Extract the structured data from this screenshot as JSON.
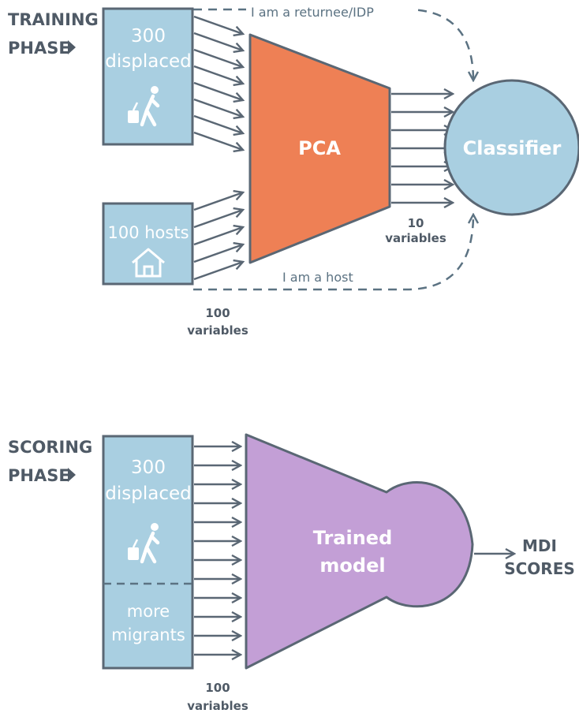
{
  "training": {
    "phase_label_line1": "TRAINING",
    "phase_label_line2": "PHASE",
    "displaced_box": {
      "line1": "300",
      "line2": "displaced",
      "icon": "traveler-icon"
    },
    "hosts_box": {
      "label": "100 hosts",
      "icon": "house-icon"
    },
    "pca_label": "PCA",
    "classifier_label": "Classifier",
    "returnee_label": "I am a returnee/IDP",
    "host_label": "I am a host",
    "output_vars_line1": "10",
    "output_vars_line2": "variables",
    "input_vars_line1": "100",
    "input_vars_line2": "variables"
  },
  "scoring": {
    "phase_label_line1": "SCORING",
    "phase_label_line2": "PHASE",
    "displaced_box": {
      "line1": "300",
      "line2": "displaced",
      "icon": "traveler-icon"
    },
    "migrants_box": {
      "line1": "more",
      "line2": "migrants"
    },
    "model_line1": "Trained",
    "model_line2": "model",
    "output_line1": "MDI",
    "output_line2": "SCORES",
    "input_vars_line1": "100",
    "input_vars_line2": "variables"
  },
  "colors": {
    "box_fill": "#a9cfe1",
    "pca_fill": "#ee8055",
    "classifier_fill": "#a9cfe1",
    "model_fill": "#c39fd6",
    "arrow": "#5a6774",
    "text": "#4f5a66"
  }
}
